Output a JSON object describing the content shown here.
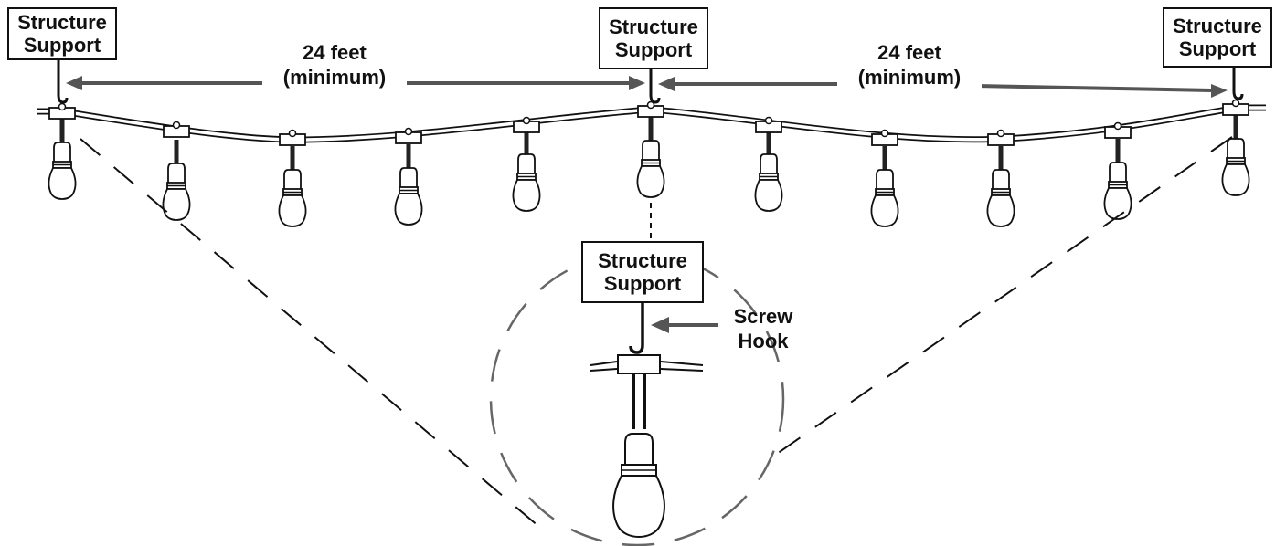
{
  "supports": [
    {
      "line1": "Structure",
      "line2": "Support"
    },
    {
      "line1": "Structure",
      "line2": "Support"
    },
    {
      "line1": "Structure",
      "line2": "Support"
    },
    {
      "line1": "Structure",
      "line2": "Support"
    }
  ],
  "spans": [
    {
      "line1": "24 feet",
      "line2": "(minimum)"
    },
    {
      "line1": "24 feet",
      "line2": "(minimum)"
    }
  ],
  "hook_label": {
    "line1": "Screw",
    "line2": "Hook"
  },
  "colors": {
    "line": "#111111",
    "arrow": "#555555",
    "dash": "#111111",
    "circle": "#666666"
  }
}
